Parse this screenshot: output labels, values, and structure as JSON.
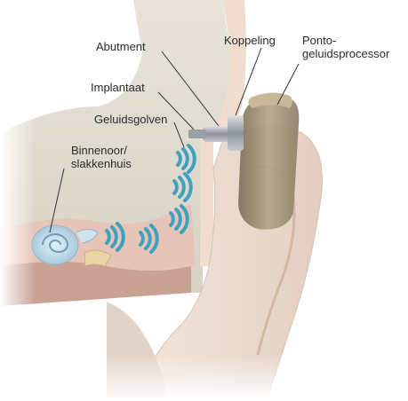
{
  "labels": {
    "abutment": "Abutment",
    "koppeling": "Koppeling",
    "ponto_line1": "Ponto-",
    "ponto_line2": "geluidsprocessor",
    "implantaat": "Implantaat",
    "geluidsgolven": "Geluidsgolven",
    "binnenoor_line1": "Binnenoor/",
    "binnenoor_line2": "slakkenhuis"
  },
  "colors": {
    "skin": "#e9d7c9",
    "bone": "#dcd6c8",
    "processor": "#a8977a",
    "cochlea": "#b8d6e6",
    "sound_wave": "#4aa9c4"
  }
}
